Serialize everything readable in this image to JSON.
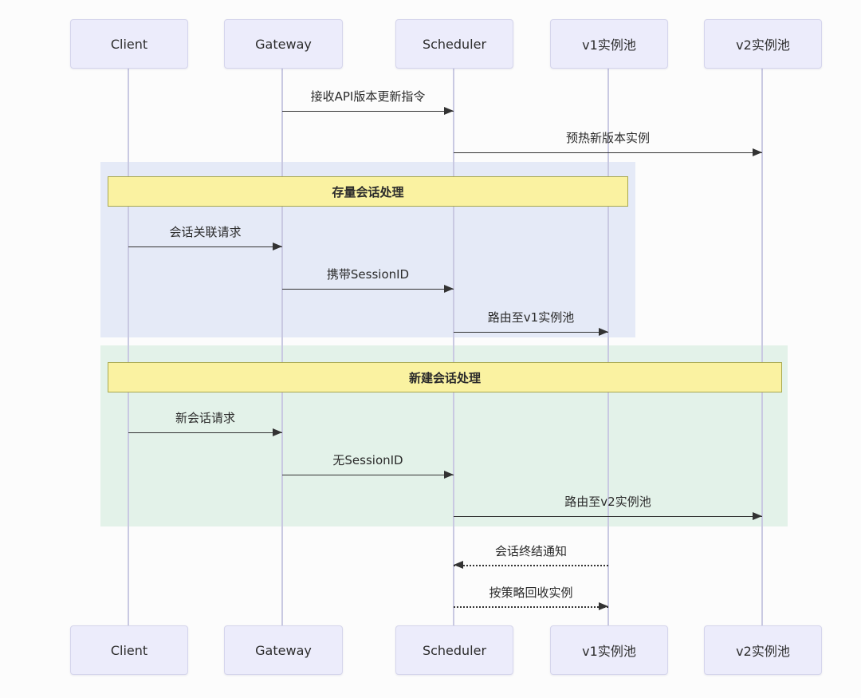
{
  "participants": [
    {
      "label": "Client"
    },
    {
      "label": "Gateway"
    },
    {
      "label": "Scheduler"
    },
    {
      "label": "v1实例池"
    },
    {
      "label": "v2实例池"
    }
  ],
  "blocks": [
    {
      "title": "存量会话处理",
      "bg_color": "#e5eaf7"
    },
    {
      "title": "新建会话处理",
      "bg_color": "#e3f2e9"
    }
  ],
  "messages": [
    {
      "from": "Gateway",
      "to": "Scheduler",
      "label": "接收API版本更新指令",
      "line": "solid",
      "direction": "right"
    },
    {
      "from": "Scheduler",
      "to": "v2实例池",
      "label": "预热新版本实例",
      "line": "solid",
      "direction": "right"
    },
    {
      "from": "Client",
      "to": "Gateway",
      "label": "会话关联请求",
      "line": "solid",
      "direction": "right"
    },
    {
      "from": "Gateway",
      "to": "Scheduler",
      "label": "携带SessionID",
      "line": "solid",
      "direction": "right"
    },
    {
      "from": "Scheduler",
      "to": "v1实例池",
      "label": "路由至v1实例池",
      "line": "solid",
      "direction": "right"
    },
    {
      "from": "Client",
      "to": "Gateway",
      "label": "新会话请求",
      "line": "solid",
      "direction": "right"
    },
    {
      "from": "Gateway",
      "to": "Scheduler",
      "label": "无SessionID",
      "line": "solid",
      "direction": "right"
    },
    {
      "from": "Scheduler",
      "to": "v2实例池",
      "label": "路由至v2实例池",
      "line": "solid",
      "direction": "right"
    },
    {
      "from": "v1实例池",
      "to": "Scheduler",
      "label": "会话终结通知",
      "line": "dotted",
      "direction": "left"
    },
    {
      "from": "Scheduler",
      "to": "v1实例池",
      "label": "按策略回收实例",
      "line": "dotted",
      "direction": "right"
    }
  ],
  "colors": {
    "page_bg": "#fcfcfc",
    "actor_fill": "#ececfb",
    "actor_border": "#d5d5ec",
    "lifeline": "#c9c9e2",
    "block_existing_bg": "#e5eaf7",
    "block_new_bg": "#e3f2e9",
    "section_bar_fill": "#faf2a1",
    "section_bar_border": "#a8a84e",
    "arrow": "#333333",
    "text": "#2b2b2b"
  }
}
